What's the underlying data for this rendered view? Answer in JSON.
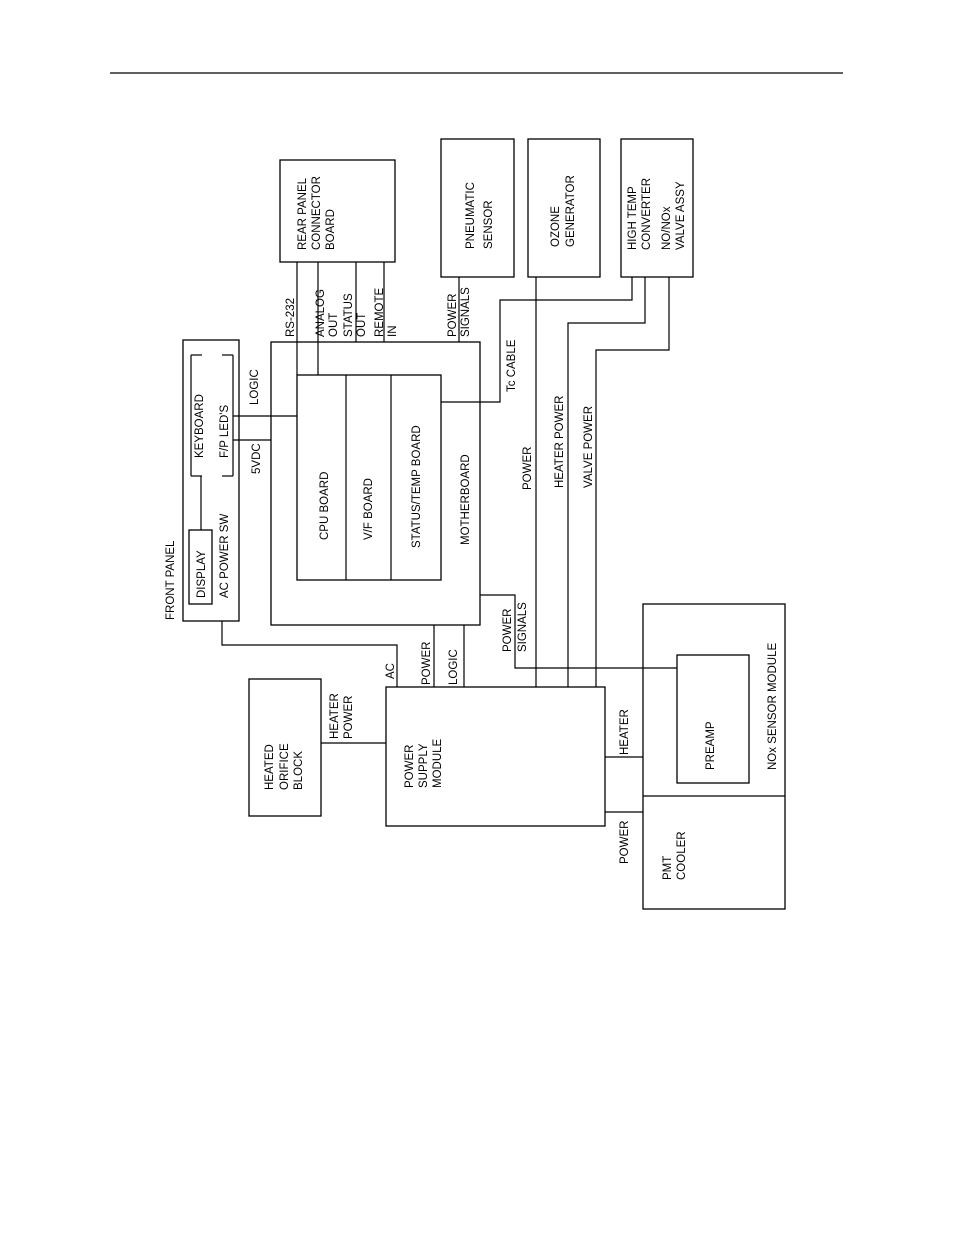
{
  "diagram": {
    "front_panel": {
      "title": "FRONT PANEL",
      "display": "DISPLAY",
      "keyboard": "KEYBOARD",
      "fp_leds": "F/P LED'S",
      "ac_power_sw": "AC POWER SW"
    },
    "rear_panel": [
      "REAR PANEL",
      "CONNECTOR",
      "BOARD"
    ],
    "pneumatic": [
      "PNEUMATIC",
      "SENSOR"
    ],
    "ozone": [
      "OZONE",
      "GENERATOR"
    ],
    "converter": [
      "HIGH TEMP",
      "CONVERTER",
      "",
      "NO/NOx",
      "VALVE ASSY"
    ],
    "rear_signals": {
      "rs232": "RS-232",
      "analog": [
        "ANALOG",
        "OUT"
      ],
      "status": [
        "STATUS",
        "OUT"
      ],
      "remote": [
        "REMOTE",
        "IN"
      ]
    },
    "pneumatic_signals": [
      "POWER",
      "SIGNALS"
    ],
    "boards": {
      "cpu": "CPU BOARD",
      "vf": "V/F BOARD",
      "status_temp": "STATUS/TEMP BOARD"
    },
    "motherboard": "MOTHERBOARD",
    "logic": "LOGIC",
    "five_vdc": "5VDC",
    "tc_cable": "Tc CABLE",
    "power": "POWER",
    "heater_power": "HEATER POWER",
    "valve_power": "VALVE POWER",
    "sensor_signals": [
      "POWER",
      "SIGNALS"
    ],
    "ac": "AC",
    "psm_power": "POWER",
    "psm_logic": "LOGIC",
    "heated_orifice": [
      "HEATED",
      "ORIFICE",
      "BLOCK"
    ],
    "heater_power_stack": [
      "HEATER",
      "POWER"
    ],
    "power_supply": [
      "POWER",
      "SUPPLY",
      "MODULE"
    ],
    "heater": "HEATER",
    "pmt_power": "POWER",
    "sensor_module": "NOx SENSOR MODULE",
    "preamp": "PREAMP",
    "pmt_cooler": [
      "PMT",
      "COOLER"
    ]
  }
}
